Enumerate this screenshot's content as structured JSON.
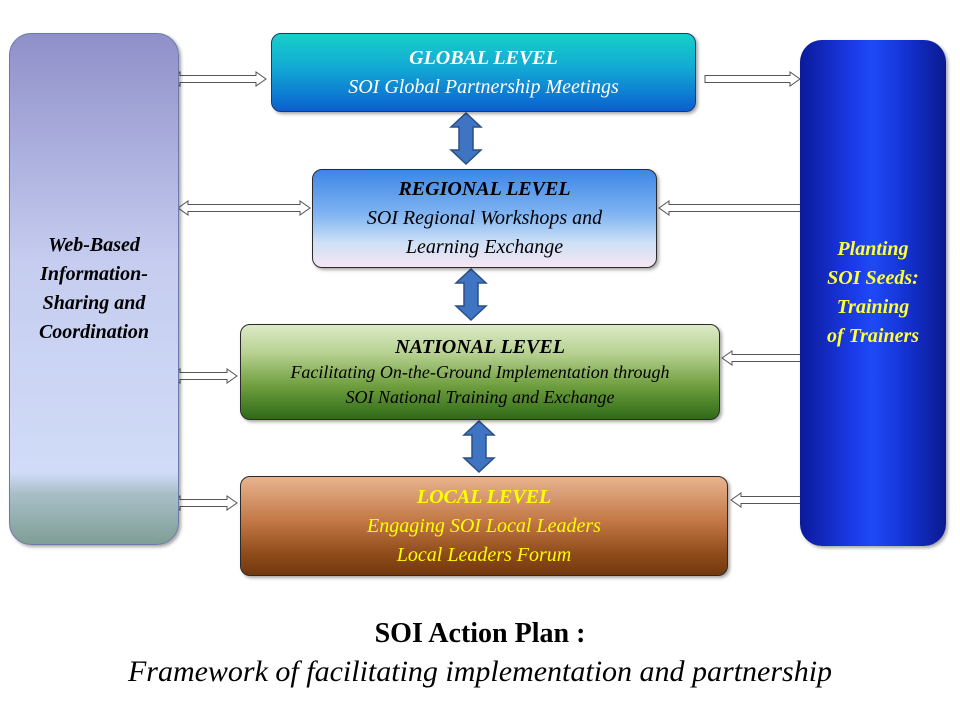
{
  "left_panel": {
    "lines": [
      "Web-Based",
      "Information-",
      "Sharing and",
      "Coordination"
    ]
  },
  "right_panel": {
    "lines": [
      "Planting",
      "SOI Seeds:",
      "Training",
      "of Trainers"
    ]
  },
  "levels": {
    "global": {
      "title": "GLOBAL LEVEL",
      "lines": [
        "SOI Global Partnership Meetings"
      ]
    },
    "regional": {
      "title": "REGIONAL LEVEL",
      "lines": [
        "SOI Regional Workshops and",
        "Learning Exchange"
      ]
    },
    "national": {
      "title": "NATIONAL LEVEL",
      "lines": [
        "Facilitating On-the-Ground Implementation through",
        "SOI National Training and Exchange"
      ]
    },
    "local": {
      "title": "LOCAL LEVEL",
      "lines": [
        "Engaging SOI Local Leaders",
        "Local Leaders Forum"
      ]
    }
  },
  "caption": {
    "title": "SOI Action Plan :",
    "subtitle": "Framework of facilitating implementation and partnership"
  },
  "colors": {
    "arrow_fill": "#3f74c2",
    "arrow_stroke": "#2a4f86",
    "side_arrow_fill": "#ffffff",
    "side_arrow_stroke": "#555555"
  }
}
